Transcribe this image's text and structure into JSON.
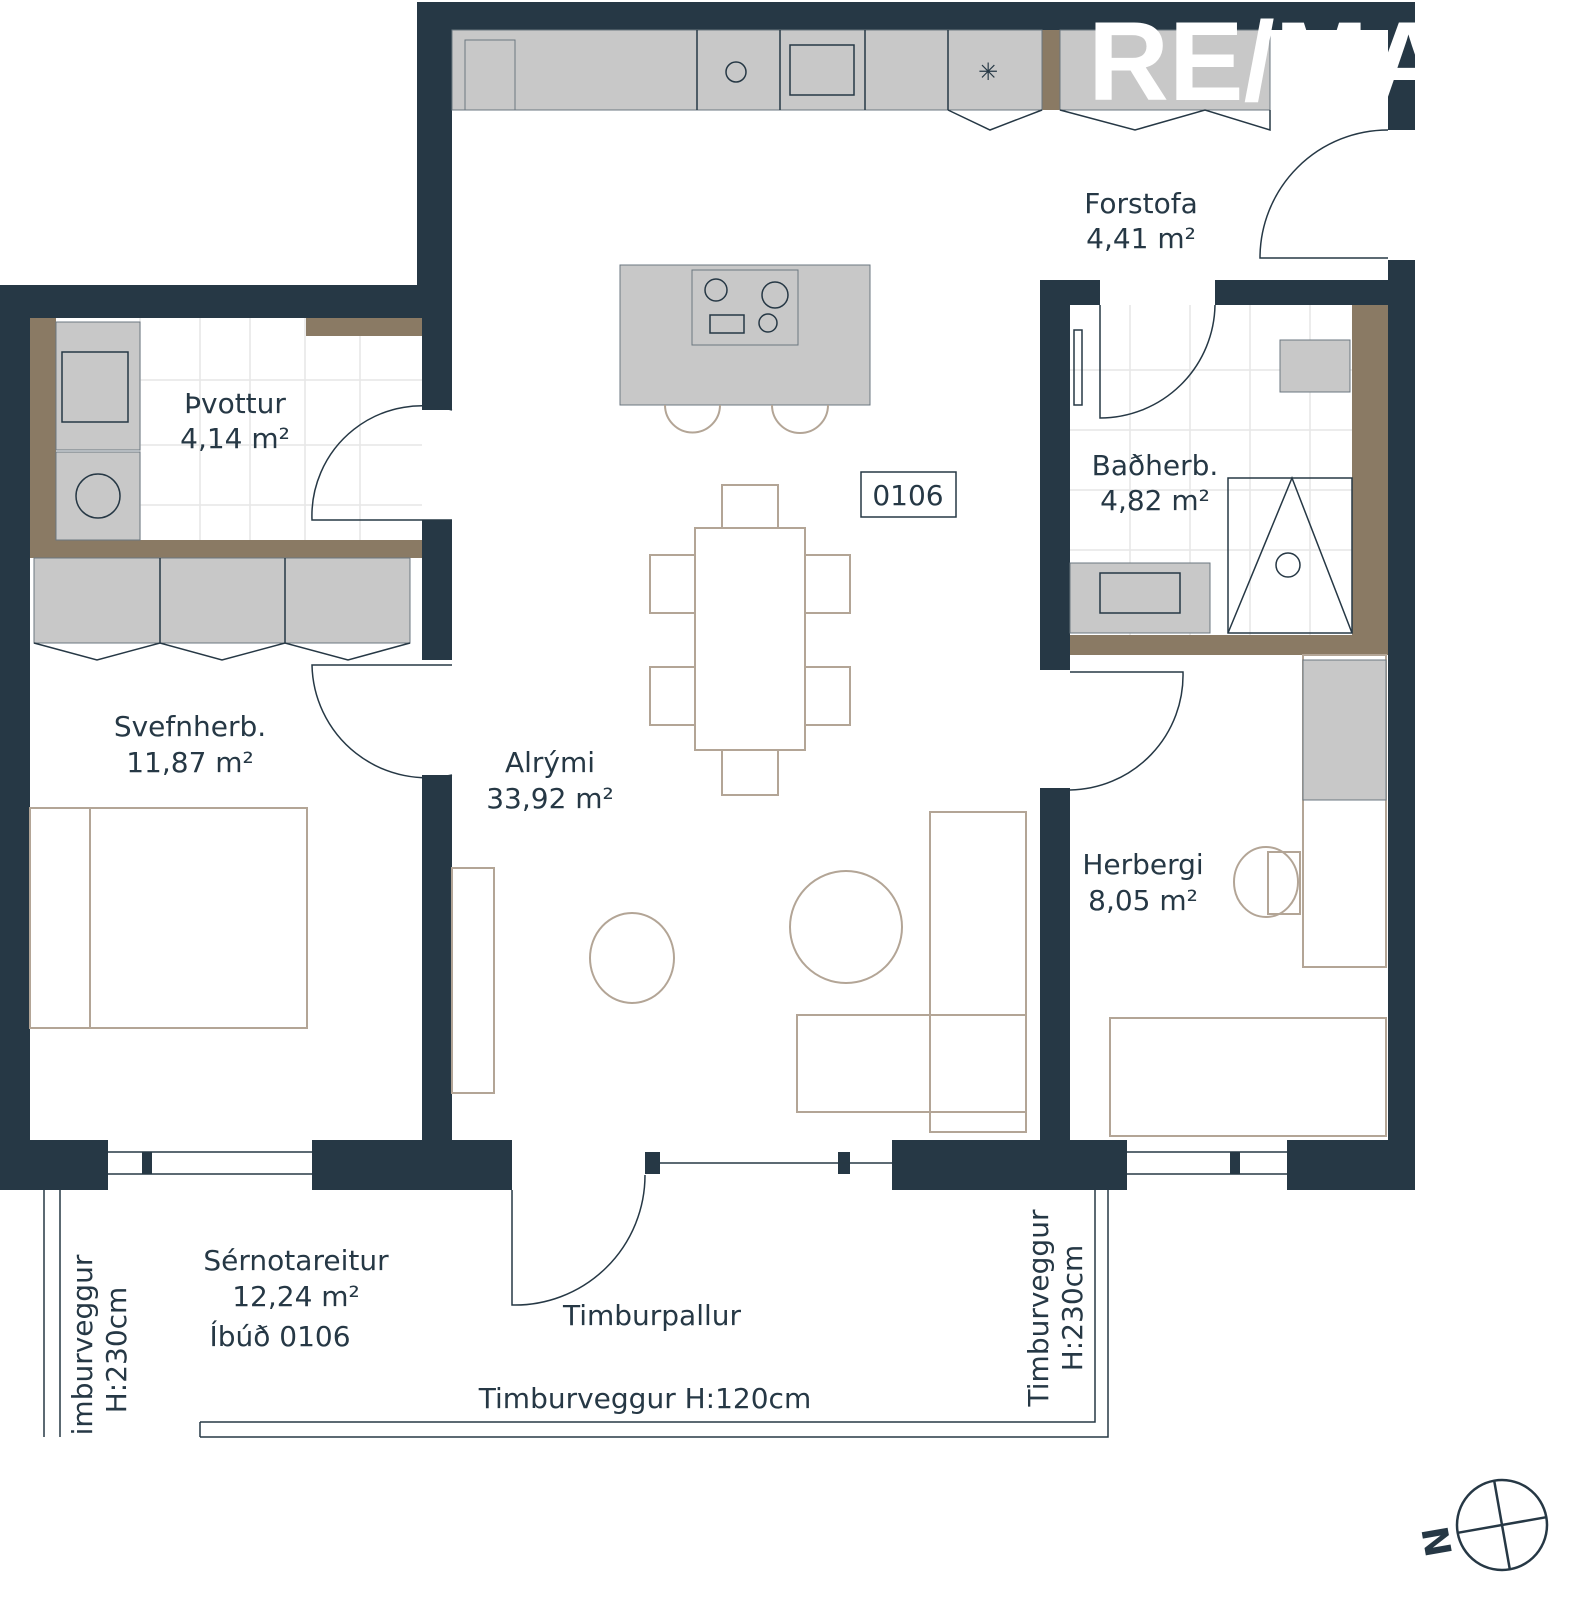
{
  "logo": {
    "text": "RE/MAX"
  },
  "unit_tag": "0106",
  "rooms": {
    "thvottur": {
      "name": "Þvottur",
      "area": "4,14 m²"
    },
    "svefnherb": {
      "name": "Svefnherb.",
      "area": "11,87 m²"
    },
    "alrymi": {
      "name": "Alrými",
      "area": "33,92 m²"
    },
    "forstofa": {
      "name": "Forstofa",
      "area": "4,41 m²"
    },
    "badherb": {
      "name": "Baðherb.",
      "area": "4,82 m²"
    },
    "herbergi": {
      "name": "Herbergi",
      "area": "8,05 m²"
    }
  },
  "outdoor": {
    "name": "Sérnotareitur",
    "area": "12,24 m²",
    "unit": "Íbúð 0106",
    "deck": "Timburpallur",
    "wall_bottom": "Timburveggur H:120cm",
    "wall_left_a": "imburveggur",
    "wall_left_b": "H:230cm",
    "wall_right_a": "Timburveggur",
    "wall_right_b": "H:230cm"
  },
  "compass": {
    "label": "N"
  },
  "colors": {
    "wall": "#263845",
    "fixture": "#c8c8c8",
    "wood": "#8a7a64",
    "furniture": "#b3a596"
  }
}
